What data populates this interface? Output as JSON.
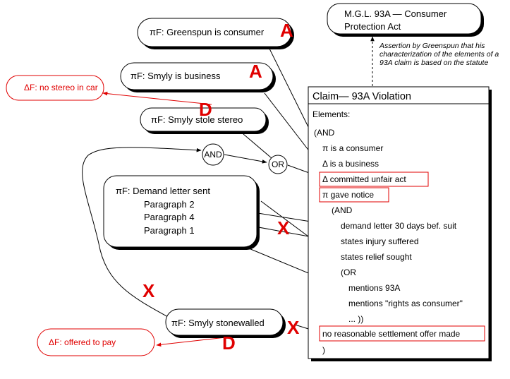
{
  "colors": {
    "line": "#000000",
    "defense": "#e00000",
    "background": "#ffffff"
  },
  "statute": {
    "line1": "M.G.L. 93A —  Consumer",
    "line2": "Protection Act"
  },
  "assertion": {
    "line1": "Assertion by Greenspun that his",
    "line2": "characterization of the elements of a",
    "line3": "93A claim is based on the statute"
  },
  "claim": {
    "title": "Claim— 93A Violation",
    "elements_label": "Elements:",
    "items": [
      "(AND",
      "π is a consumer",
      "Δ is a business",
      "Δ committed unfair act",
      "π gave notice",
      "(AND",
      "demand letter 30 days bef. suit",
      "states injury suffered",
      "states relief sought",
      "(OR",
      "mentions 93A",
      "mentions \"rights as consumer\"",
      "... ))",
      "no reasonable settlement offer made",
      ")"
    ]
  },
  "facts": {
    "consumer": "πF:  Greenspun is consumer",
    "business": "πF:  Smyly is business",
    "stole": "πF:  Smyly stole stereo",
    "demand": {
      "title": "πF:  Demand letter sent",
      "p2": "Paragraph 2",
      "p4": "Paragraph 4",
      "p1": "Paragraph 1"
    },
    "stonewalled": "πF:  Smyly stonewalled"
  },
  "defense": {
    "no_stereo": "ΔF:  no stereo in car",
    "offered": "ΔF:  offered to pay"
  },
  "connectors": {
    "and": "AND",
    "or": "OR"
  },
  "marks": {
    "a1": "A",
    "a2": "A",
    "d1": "D",
    "d2": "D",
    "x1": "X",
    "x2": "X",
    "x3": "X"
  }
}
